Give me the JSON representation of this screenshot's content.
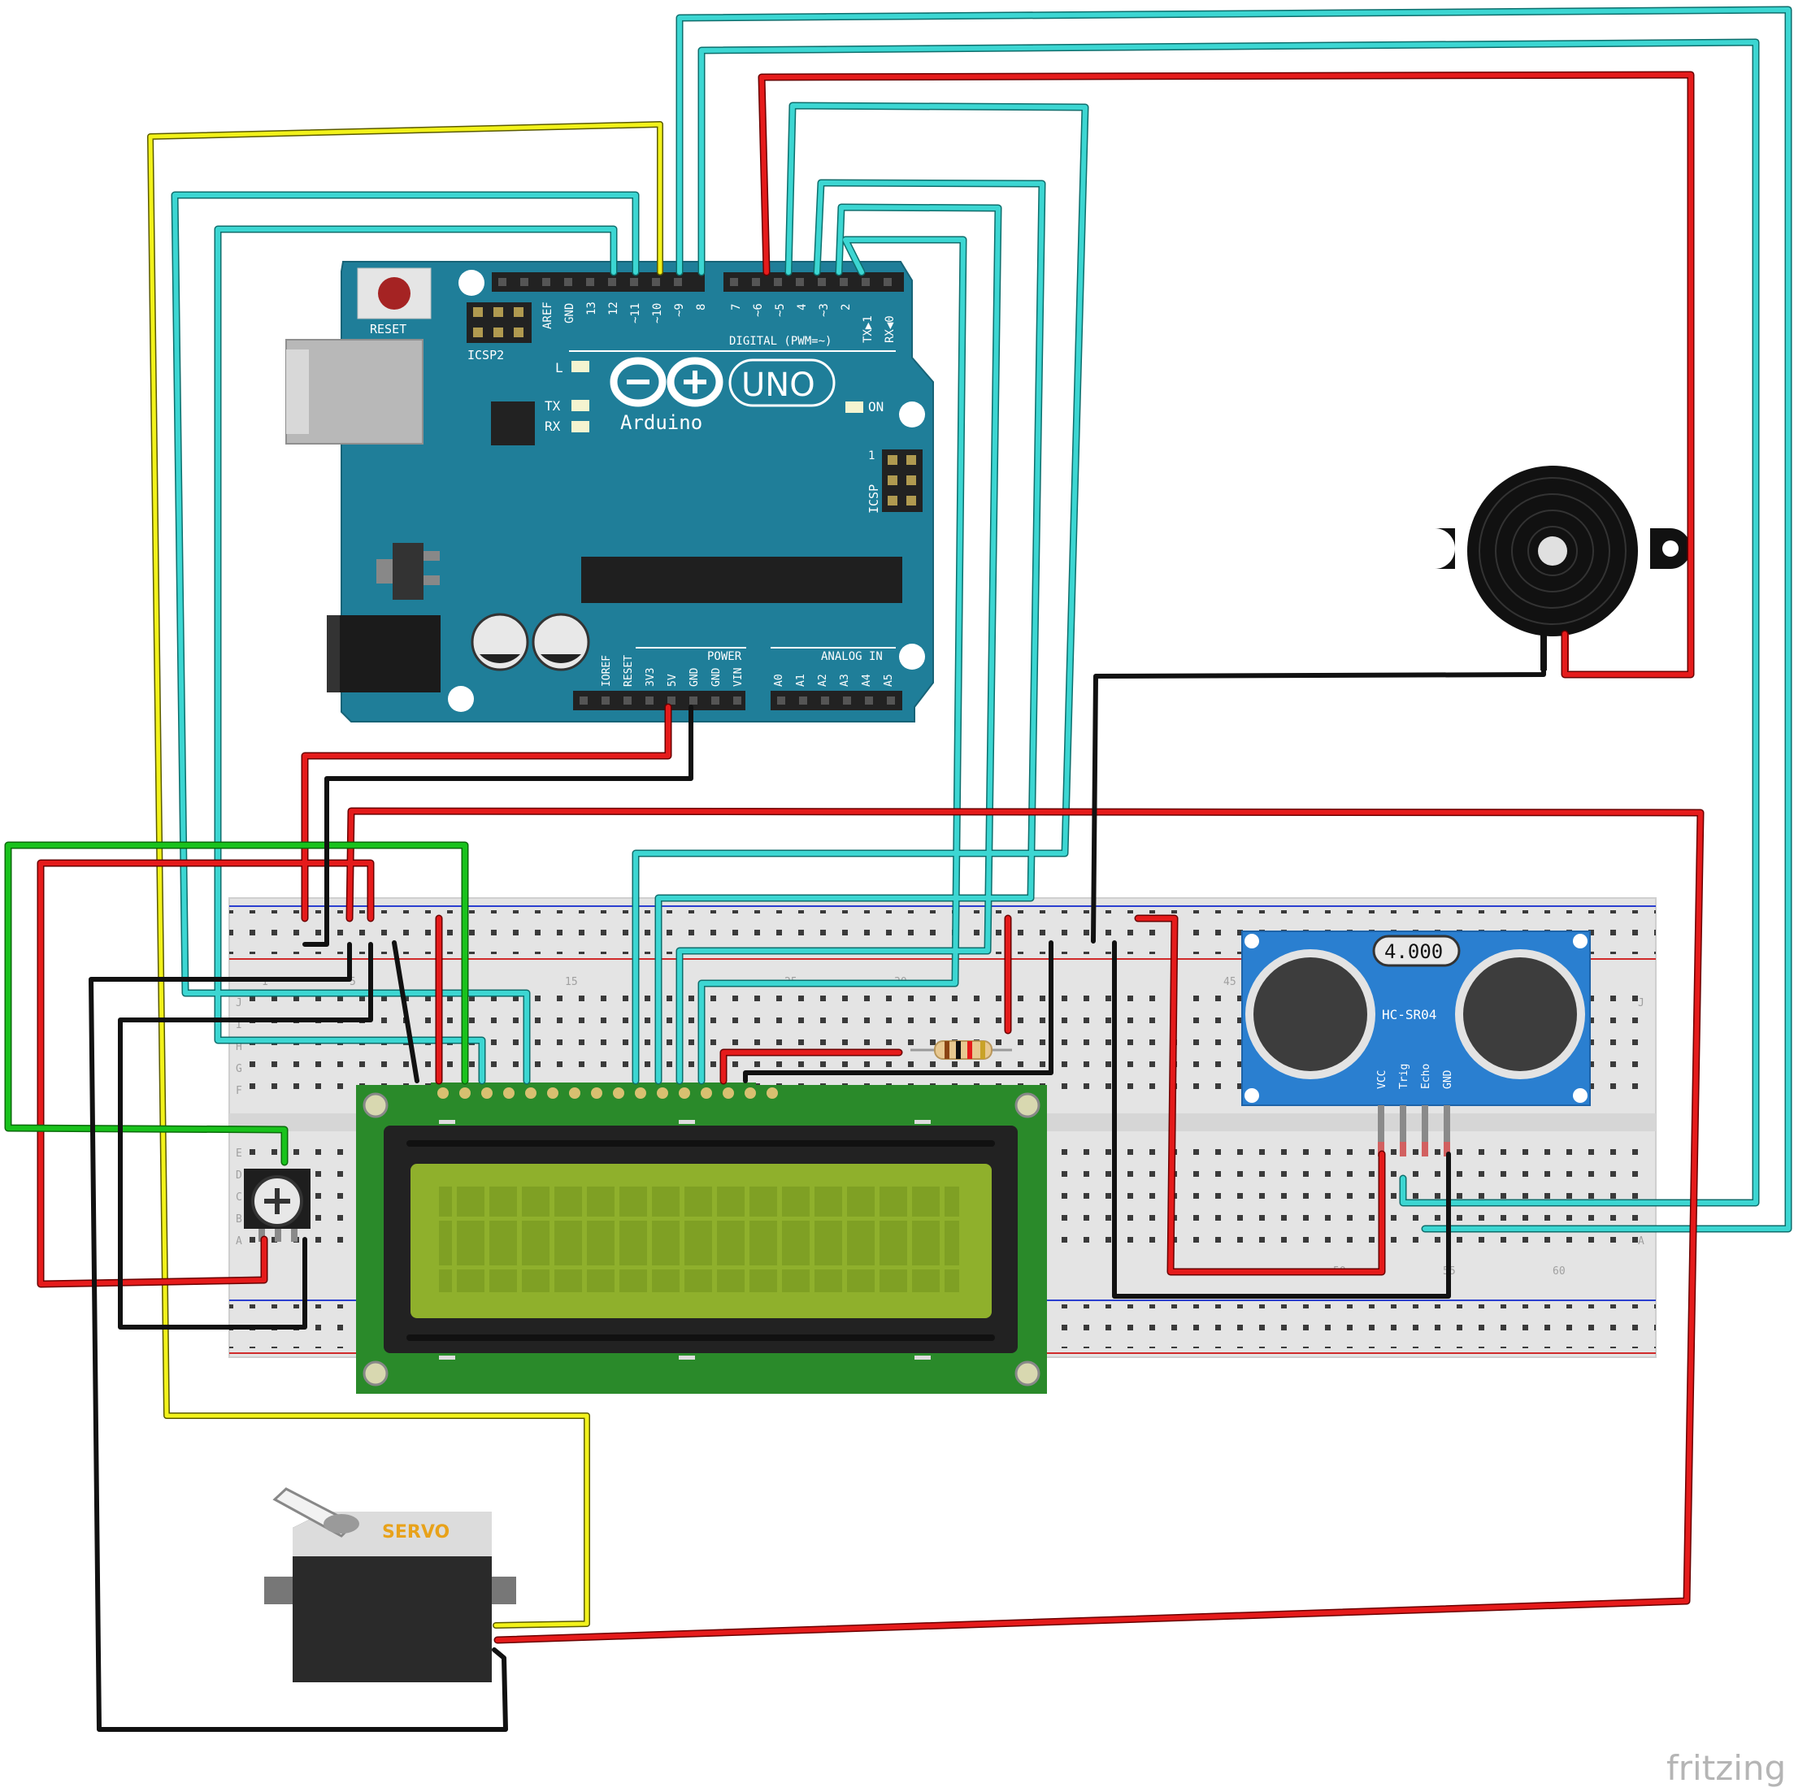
{
  "colors": {
    "wire_cyan": "#3cd6d2",
    "wire_red": "#e51b1b",
    "wire_black": "#111111",
    "wire_yellow": "#f2f21a",
    "wire_green": "#19c21c",
    "arduino_blue": "#1f7e99",
    "lcd_screen": "#8fb02c",
    "lcd_board": "#2a8a2a",
    "sensor_blue": "#2a7fd0",
    "breadboard": "#e6e6e6"
  },
  "arduino": {
    "reset_label": "RESET",
    "icsp2_label": "ICSP2",
    "icsp_label": "ICSP",
    "digital_label": "DIGITAL (PWM=~)",
    "power_label": "POWER",
    "analog_label": "ANALOG IN",
    "led_l": "L",
    "led_tx": "TX",
    "led_rx": "RX",
    "led_on": "ON",
    "logo_text": "Arduino",
    "uno_label": "UNO",
    "icsp_pin1": "1",
    "header_top_left": [
      "AREF",
      "GND",
      "13",
      "12",
      "~11",
      "~10",
      "~9",
      "8"
    ],
    "header_top_right": [
      "7",
      "~6",
      "~5",
      "4",
      "~3",
      "2",
      "TX▶1",
      "RX◀0"
    ],
    "header_bottom_power": [
      "IOREF",
      "RESET",
      "3V3",
      "5V",
      "GND",
      "GND",
      "VIN"
    ],
    "header_bottom_analog": [
      "A0",
      "A1",
      "A2",
      "A3",
      "A4",
      "A5"
    ]
  },
  "breadboard": {
    "column_labels": [
      "1",
      "5",
      "15",
      "25",
      "30",
      "45",
      "50",
      "55",
      "60"
    ],
    "row_labels_top": [
      "J",
      "I",
      "H",
      "G",
      "F"
    ],
    "row_labels_bottom": [
      "E",
      "D",
      "C",
      "B",
      "A"
    ]
  },
  "sensor": {
    "display_text": "4.000",
    "model": "HC-SR04",
    "pins": [
      "VCC",
      "Trig",
      "Echo",
      "GND"
    ]
  },
  "servo": {
    "label": "SERVO"
  },
  "watermark": "fritzing"
}
